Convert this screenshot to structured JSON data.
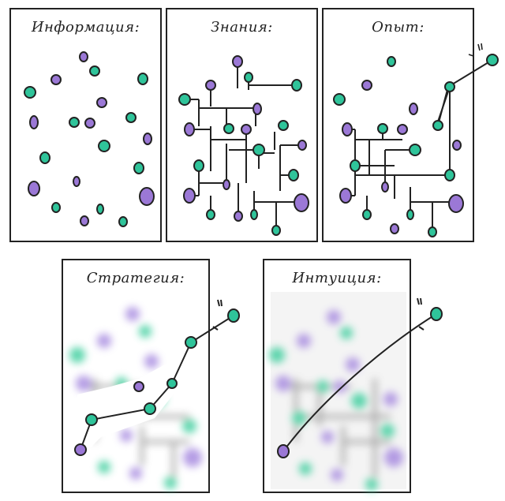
{
  "panels": [
    {
      "title": "Информация:"
    },
    {
      "title": "Знания:"
    },
    {
      "title": "Опыт:"
    },
    {
      "title": "Стратегия:"
    },
    {
      "title": "Интуиция:"
    }
  ],
  "colors": {
    "green": "#2fc49a",
    "purple": "#9b78d6",
    "outline": "#222222",
    "blur_green": "#3fcf9f",
    "blur_purple": "#a78be0",
    "blur_line": "#9e9e9e"
  }
}
